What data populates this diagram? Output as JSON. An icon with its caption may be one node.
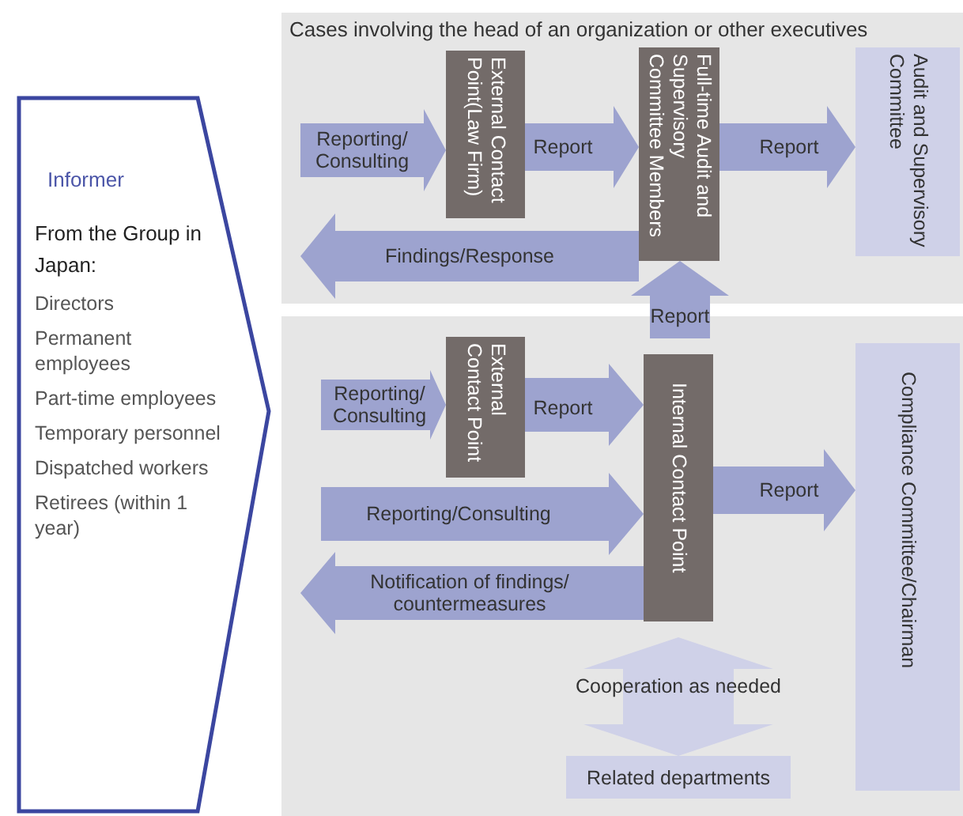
{
  "diagram": {
    "nodes": [
      {
        "text": [
          "Informer",
          "From the Group in Japan:",
          "Directors",
          "Permanent employees",
          "Part-time employees",
          "Temporary personnel",
          "Dispatched workers",
          "Retirees (within 1 year)"
        ]
      },
      {
        "text": [
          "Cases involving the head of an organization or other executives"
        ]
      },
      {
        "text": [
          "External Contact Point(Law Firm)"
        ],
        "in": 1
      },
      {
        "text": [
          "Full-time Audit and Supervisory Committee Members"
        ],
        "in": 1
      },
      {
        "text": [
          "Audit and Supervisory Committee"
        ],
        "in": 1
      },
      {
        "text": [],
        "shape": "box"
      },
      {
        "text": [
          "External Contact Point"
        ],
        "in": 5
      },
      {
        "text": [
          "Internal Contact Point"
        ],
        "in": 5
      },
      {
        "text": [
          "Compliance Committee/Chairman"
        ],
        "in": 5
      },
      {
        "text": [
          "Related departments"
        ],
        "in": 5
      }
    ],
    "edges": [
      {
        "from": null,
        "to": 2,
        "arrow": "to",
        "label": "Reporting/ Consulting"
      },
      {
        "from": 2,
        "to": 3,
        "arrow": "to",
        "label": "Report"
      },
      {
        "from": 3,
        "to": 4,
        "arrow": "to",
        "label": "Report"
      },
      {
        "from": 3,
        "to": null,
        "arrow": "to",
        "label": "Findings/Response"
      },
      {
        "from": null,
        "to": 6,
        "arrow": "to",
        "label": "Reporting/ Consulting"
      },
      {
        "from": 6,
        "to": 7,
        "arrow": "to",
        "label": "Report"
      },
      {
        "from": null,
        "to": 7,
        "arrow": "to",
        "label": "Reporting/Consulting"
      },
      {
        "from": 7,
        "to": null,
        "arrow": "to",
        "label": "Notification of findings/ countermeasures"
      },
      {
        "from": 7,
        "to": 8,
        "arrow": "to",
        "label": "Report"
      },
      {
        "from": 7,
        "to": 3,
        "arrow": "to",
        "label": "Report"
      },
      {
        "from": 7,
        "to": 9,
        "arrow": "both",
        "label": "Cooperation as needed",
        "color": "#cfd1e8"
      }
    ]
  }
}
